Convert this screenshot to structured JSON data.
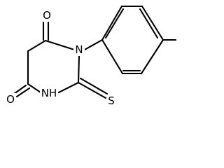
{
  "atoms": {
    "O_top": "O",
    "N": "N",
    "NH": "NH",
    "O_bottom": "O",
    "S": "S"
  },
  "colors": {
    "ink": "#000000",
    "background": "#ffffff"
  }
}
